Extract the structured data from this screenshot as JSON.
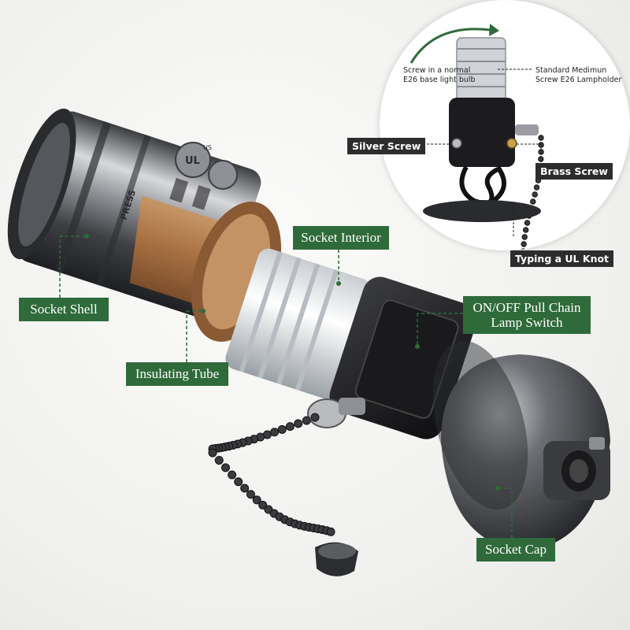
{
  "labels": {
    "socket_shell": "Socket Shell",
    "insulating_tube": "Insulating Tube",
    "socket_interior": "Socket Interior",
    "switch_line1": "ON/OFF Pull Chain",
    "switch_line2": "Lamp Switch",
    "socket_cap": "Socket Cap"
  },
  "inset": {
    "bulb_note_line1": "Screw in a normal",
    "bulb_note_line2": "E26 base light bulb",
    "holder_note_line1": "Standard Medimun",
    "holder_note_line2": "Screw E26 Lampholder",
    "silver_screw": "Silver Screw",
    "brass_screw": "Brass Screw",
    "ul_knot": "Typing a UL Knot"
  },
  "shell_stamp": {
    "press": "PRESS",
    "ul": "UL",
    "us": "US"
  },
  "colors": {
    "label_green": "#2f6b3a",
    "leader_green": "#2f6b3a",
    "metal": "#5a5c60",
    "insulator": "#b07a4e"
  }
}
